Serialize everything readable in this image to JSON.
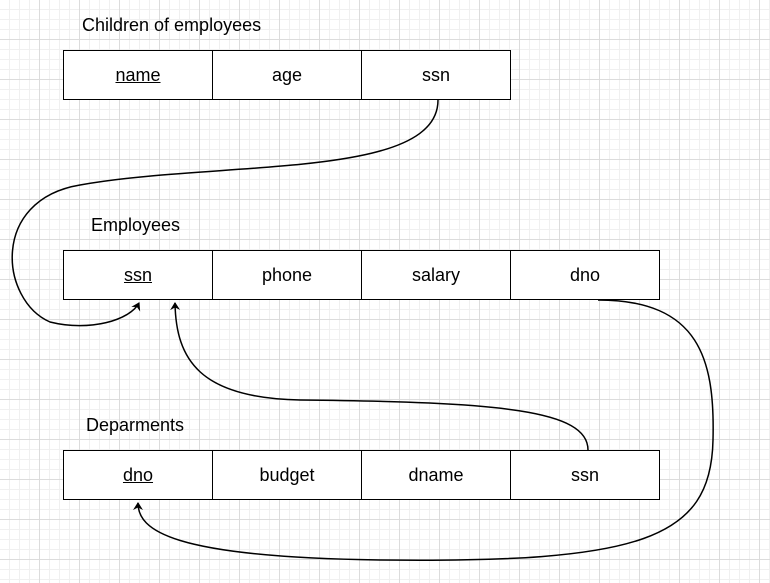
{
  "tables": {
    "children": {
      "title": "Children of employees",
      "columns": [
        {
          "label": "name",
          "key": true
        },
        {
          "label": "age",
          "key": false
        },
        {
          "label": "ssn",
          "key": false
        }
      ]
    },
    "employees": {
      "title": "Employees",
      "columns": [
        {
          "label": "ssn",
          "key": true
        },
        {
          "label": "phone",
          "key": false
        },
        {
          "label": "salary",
          "key": false
        },
        {
          "label": "dno",
          "key": false
        }
      ]
    },
    "departments": {
      "title": "Deparments",
      "columns": [
        {
          "label": "dno",
          "key": true
        },
        {
          "label": "budget",
          "key": false
        },
        {
          "label": "dname",
          "key": false
        },
        {
          "label": "ssn",
          "key": false
        }
      ]
    }
  },
  "relations": [
    {
      "from": "children.ssn",
      "to": "employees.ssn"
    },
    {
      "from": "departments.ssn",
      "to": "employees.ssn"
    },
    {
      "from": "employees.dno",
      "to": "departments.dno"
    }
  ]
}
